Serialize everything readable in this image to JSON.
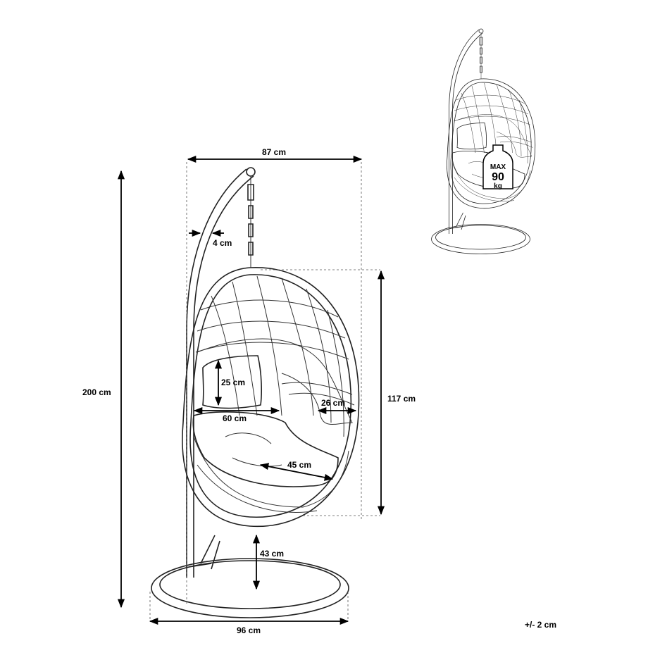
{
  "dimensions": {
    "overall_width": "87 cm",
    "pole_thickness": "4 cm",
    "overall_height": "200 cm",
    "seat_height": "117 cm",
    "back_cushion_height": "25 cm",
    "back_cushion_width": "60 cm",
    "side_opening": "26 cm",
    "seat_depth": "45 cm",
    "ground_clearance": "43 cm",
    "base_diameter": "96 cm"
  },
  "tolerance": "+/- 2 cm",
  "weight_badge": {
    "max": "MAX",
    "value": "90",
    "unit": "kg"
  }
}
